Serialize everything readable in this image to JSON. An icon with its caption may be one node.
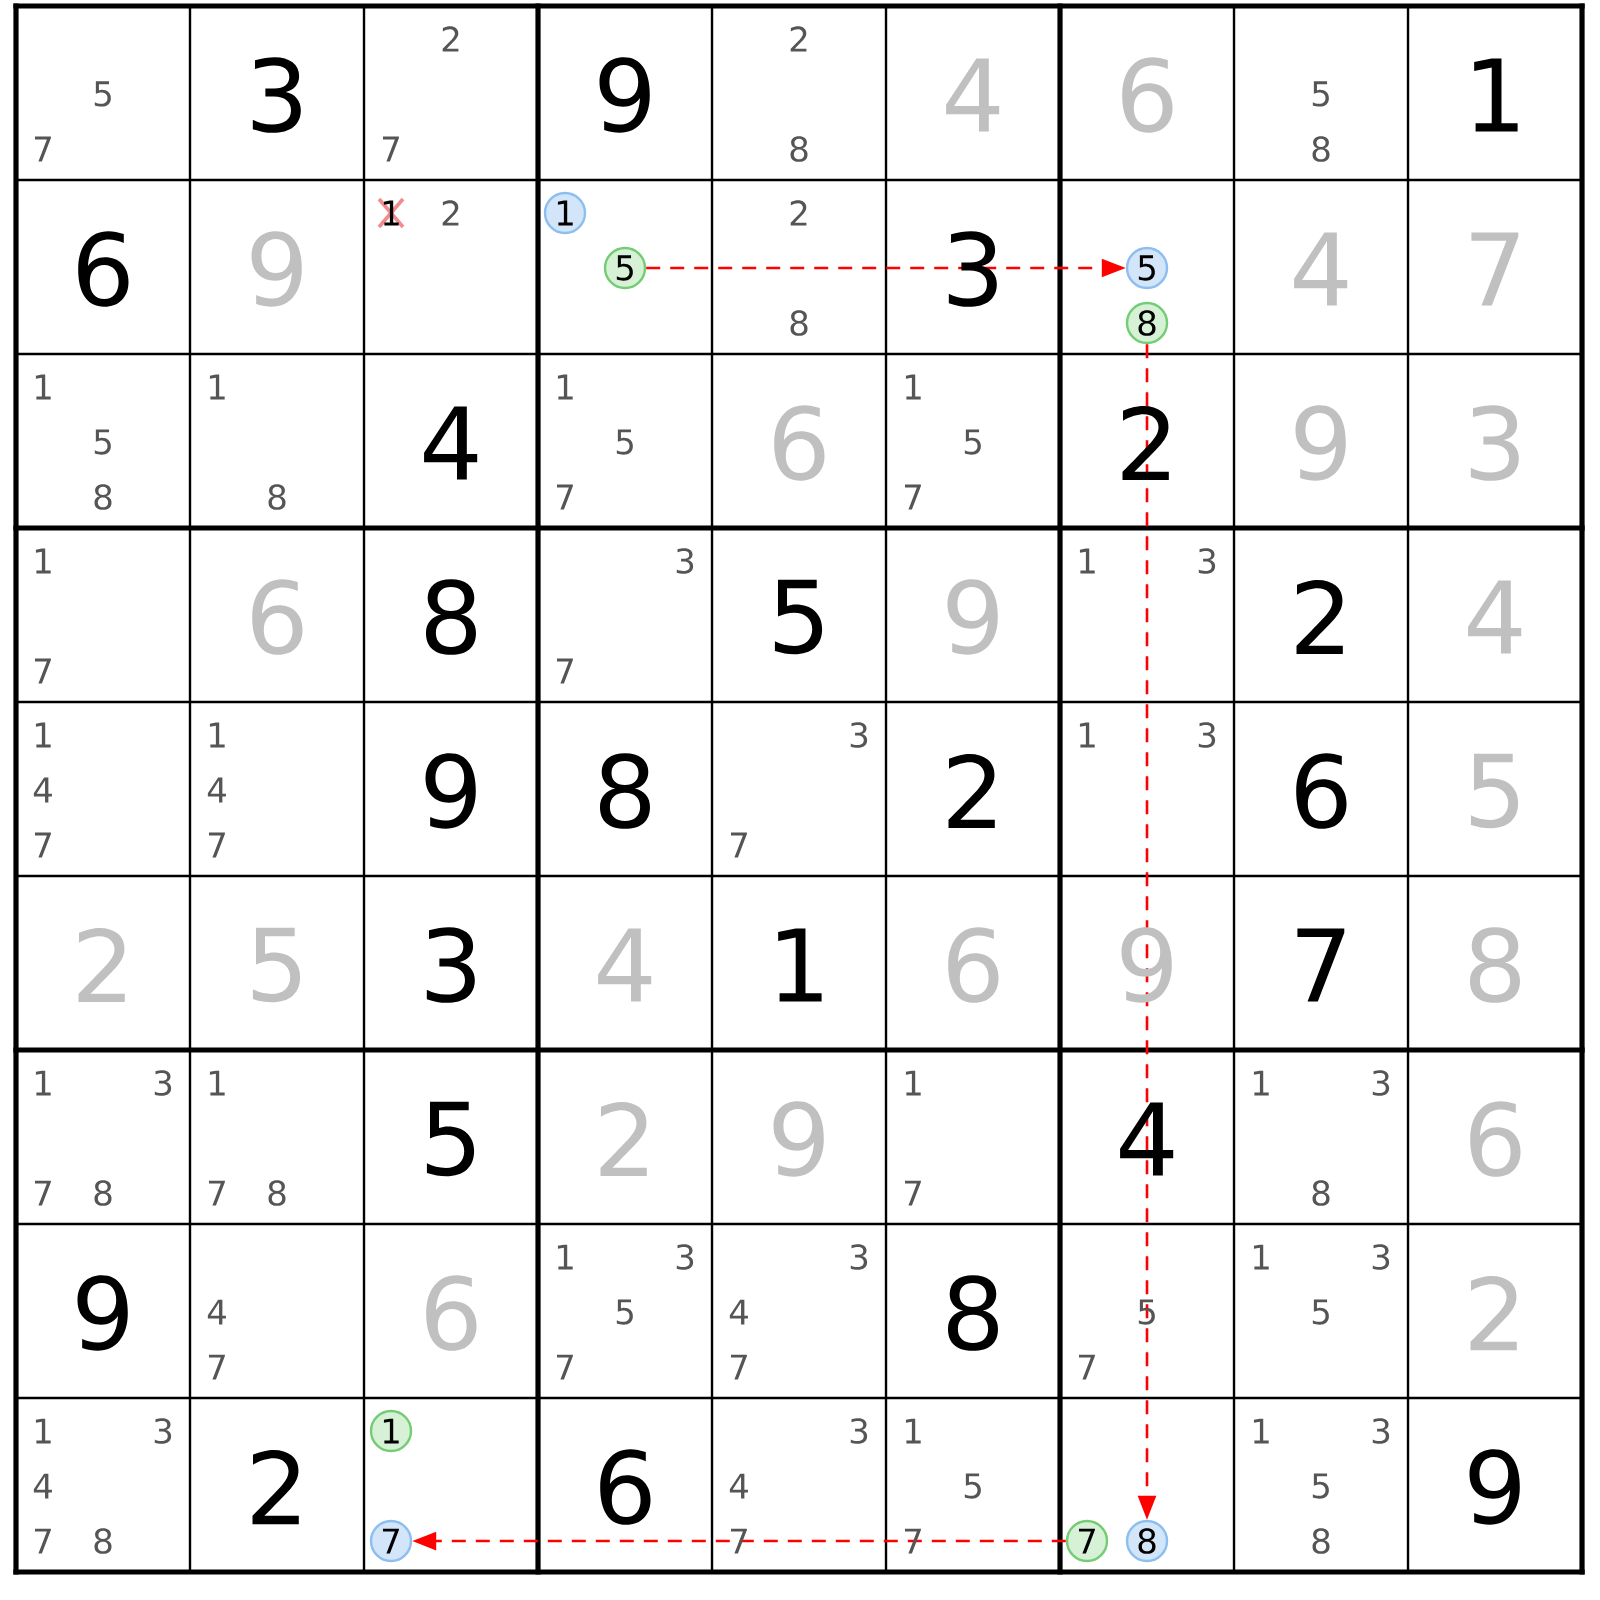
{
  "diagram": {
    "nodes": [
      {
        "text": [
          "1"
        ]
      },
      {
        "text": [
          "5"
        ]
      },
      {
        "text": [
          "5"
        ]
      },
      {
        "text": [
          "8"
        ]
      },
      {
        "text": [
          "1"
        ]
      },
      {
        "text": [
          "7"
        ]
      },
      {
        "text": [
          "7"
        ]
      },
      {
        "text": [
          "8"
        ]
      }
    ],
    "edges": [
      {
        "from": 1,
        "to": 2,
        "arrow": "to",
        "style": "dashed"
      },
      {
        "from": 3,
        "to": 7,
        "arrow": "to",
        "style": "dashed"
      },
      {
        "from": 6,
        "to": 5,
        "arrow": "to",
        "style": "dashed"
      }
    ],
    "labels": [
      "5",
      "7",
      "3",
      "2",
      "7",
      "9",
      "2",
      "8",
      "4",
      "6",
      "5",
      "8",
      "1",
      "6",
      "9",
      "1",
      "2",
      "2",
      "8",
      "3",
      "4",
      "7",
      "1",
      "5",
      "8",
      "1",
      "8",
      "4",
      "1",
      "5",
      "7",
      "6",
      "1",
      "5",
      "7",
      "2",
      "9",
      "3",
      "1",
      "7",
      "6",
      "8",
      "3",
      "7",
      "5",
      "9",
      "1",
      "3",
      "2",
      "4",
      "1",
      "4",
      "7",
      "1",
      "4",
      "7",
      "9",
      "8",
      "3",
      "7",
      "2",
      "1",
      "3",
      "6",
      "5",
      "2",
      "5",
      "3",
      "4",
      "1",
      "6",
      "9",
      "7",
      "8",
      "1",
      "3",
      "7",
      "8",
      "1",
      "7",
      "8",
      "5",
      "2",
      "9",
      "1",
      "7",
      "4",
      "1",
      "3",
      "8",
      "6",
      "9",
      "4",
      "7",
      "6",
      "1",
      "3",
      "5",
      "7",
      "3",
      "4",
      "7",
      "8",
      "5",
      "7",
      "1",
      "3",
      "5",
      "2",
      "1",
      "3",
      "4",
      "7",
      "8",
      "2",
      "6",
      "3",
      "4",
      "7",
      "1",
      "5",
      "7",
      "1",
      "3",
      "5",
      "8",
      "9"
    ]
  }
}
